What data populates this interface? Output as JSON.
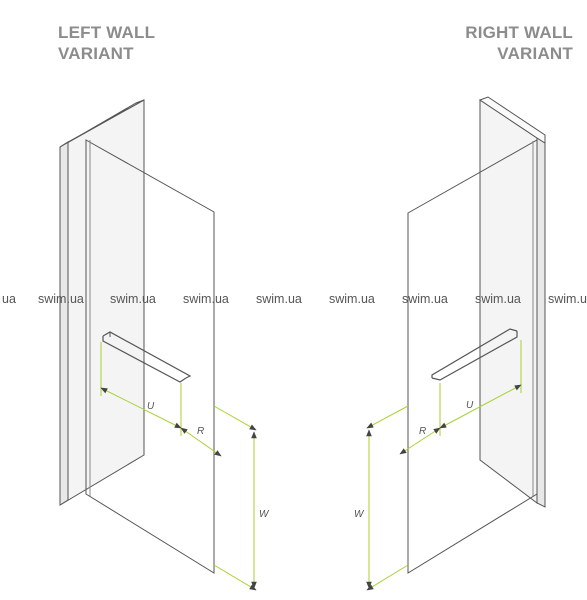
{
  "headings": {
    "left": [
      "LEFT WALL",
      "VARIANT"
    ],
    "right": [
      "RIGHT WALL",
      "VARIANT"
    ]
  },
  "watermark": [
    "ua",
    "swim.ua",
    "swim.ua",
    "swim.ua",
    "swim.ua",
    "swim.ua",
    "swim.ua",
    "swim.ua",
    "swim.u"
  ],
  "dimensions": {
    "left": {
      "u": "U",
      "r": "R",
      "w": "W"
    },
    "right": {
      "u": "U",
      "r": "R",
      "w": "W"
    }
  },
  "colors": {
    "heading": "#8c8c8c",
    "outline": "#555555",
    "wall_fill": "#f4f4f4",
    "dimension": "#a5d22f",
    "arrowhead": "#444444"
  }
}
